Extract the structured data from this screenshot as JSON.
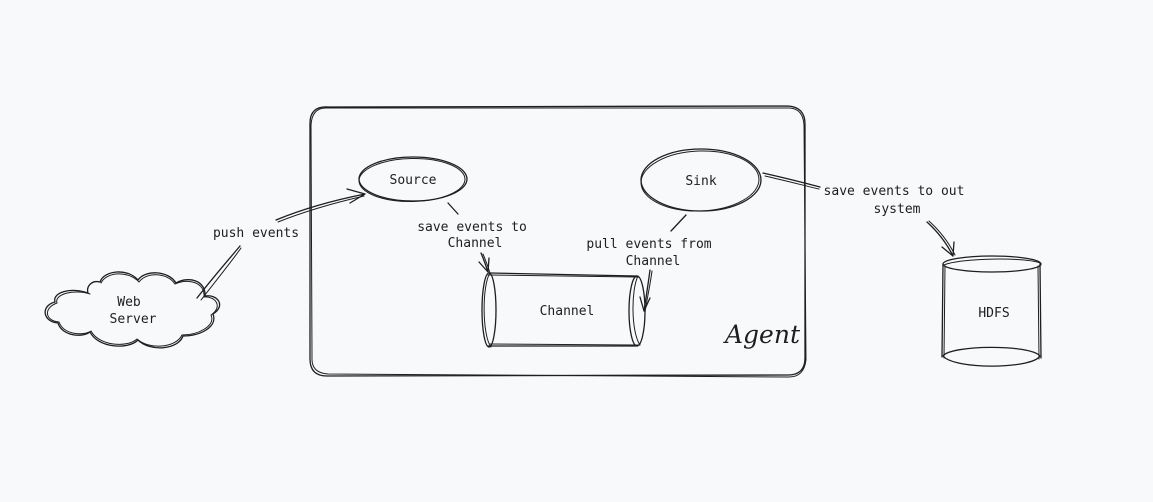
{
  "nodes": {
    "web_server": {
      "line1": "Web",
      "line2": "Server"
    },
    "agent": {
      "label": "Agent"
    },
    "source": {
      "label": "Source"
    },
    "sink": {
      "label": "Sink"
    },
    "channel": {
      "label": "Channel"
    },
    "hdfs": {
      "label": "HDFS"
    }
  },
  "edges": {
    "push_events": {
      "line1": "push events"
    },
    "save_to_channel": {
      "line1": "save events to",
      "line2": "Channel"
    },
    "pull_from_channel": {
      "line1": "pull events from",
      "line2": "Channel"
    },
    "save_to_out": {
      "line1": "save events to out",
      "line2": "system"
    }
  }
}
